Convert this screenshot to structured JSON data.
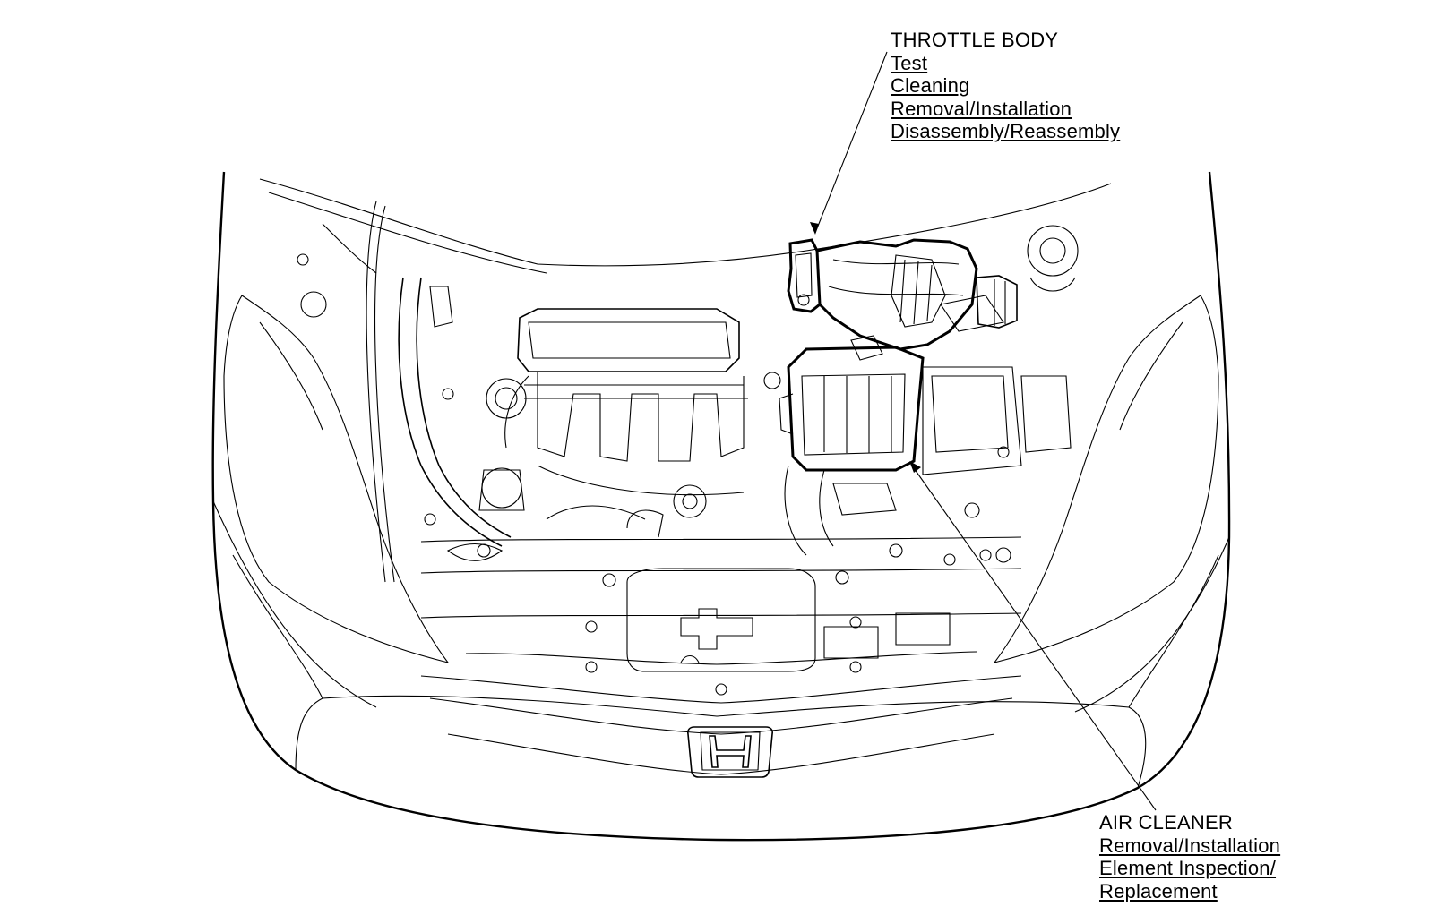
{
  "callouts": {
    "throttle_body": {
      "title": "THROTTLE BODY",
      "links": [
        "Test",
        "Cleaning",
        "Removal/Installation",
        "Disassembly/Reassembly"
      ]
    },
    "air_cleaner": {
      "title": "AIR CLEANER",
      "links": [
        "Removal/Installation",
        "Element Inspection/",
        "Replacement"
      ]
    }
  },
  "colors": {
    "line": "#000000",
    "background": "#ffffff"
  },
  "icons": {
    "emblem": "honda-logo-icon"
  }
}
